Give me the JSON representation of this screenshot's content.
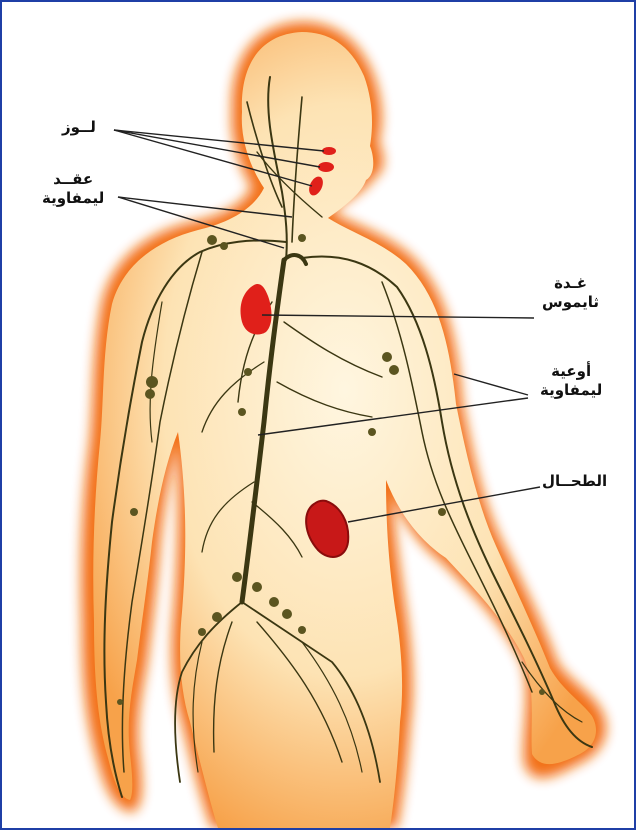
{
  "figure": {
    "labels": {
      "tonsils": "لــوز",
      "lymph_nodes_line1": "عقــد",
      "lymph_nodes_line2": "ليمفاوية",
      "thymus_line1": "غـدة",
      "thymus_line2": "ثايموس",
      "vessels_line1": "أوعية",
      "vessels_line2": "ليمفاوية",
      "spleen": "الطحــال"
    }
  },
  "colors": {
    "frame_border": "#1f3fa6",
    "body_glow": "#f26a10",
    "body_fill": "#fde9c4",
    "lymph_vessels": "#3b3712",
    "organs": "#e0201a",
    "leader_lines": "#222222"
  }
}
